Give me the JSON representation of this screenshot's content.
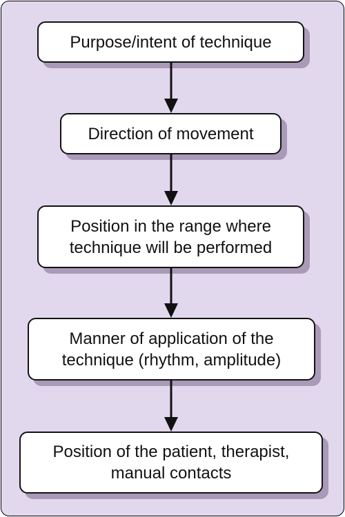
{
  "diagram": {
    "nodes": [
      {
        "id": "purpose",
        "label": "Purpose/intent of technique"
      },
      {
        "id": "direction",
        "label": "Direction of movement"
      },
      {
        "id": "position-range",
        "label": "Position in the range where\ntechnique will be performed"
      },
      {
        "id": "manner",
        "label": "Manner of application of the\ntechnique (rhythm, amplitude)"
      },
      {
        "id": "position-patient",
        "label": "Position of the patient, therapist,\nmanual contacts"
      }
    ],
    "edges": [
      {
        "from": "purpose",
        "to": "direction"
      },
      {
        "from": "direction",
        "to": "position-range"
      },
      {
        "from": "position-range",
        "to": "manner"
      },
      {
        "from": "manner",
        "to": "position-patient"
      }
    ],
    "colors": {
      "background": "#e2d8ee",
      "box_fill": "#ffffff",
      "box_border": "#111111",
      "box_shadow": "#a99ab7",
      "arrow": "#111111"
    }
  }
}
